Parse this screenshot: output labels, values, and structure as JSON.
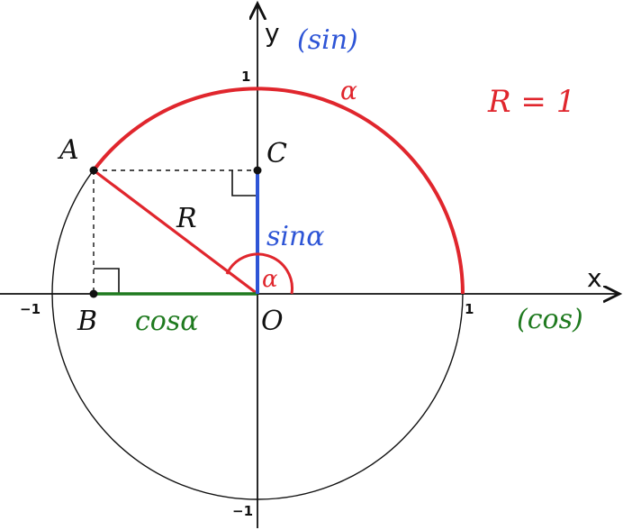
{
  "labels": {
    "x_axis": "x",
    "y_axis": "y",
    "sin_axis": "(sin)",
    "cos_axis": "(cos)",
    "radius_note": "R = 1",
    "alpha_arc": "α",
    "alpha_angle": "α",
    "point_A": "A",
    "point_B": "B",
    "point_C": "C",
    "point_O": "O",
    "radius": "R",
    "sin_segment": "sinα",
    "cos_segment": "cosα",
    "tick_pos_x": "1",
    "tick_neg_x": "−1",
    "tick_pos_y": "1",
    "tick_neg_y": "−1"
  },
  "colors": {
    "red": "#e0262d",
    "blue": "#2e55d6",
    "green": "#1f7a1f",
    "black": "#111111"
  }
}
